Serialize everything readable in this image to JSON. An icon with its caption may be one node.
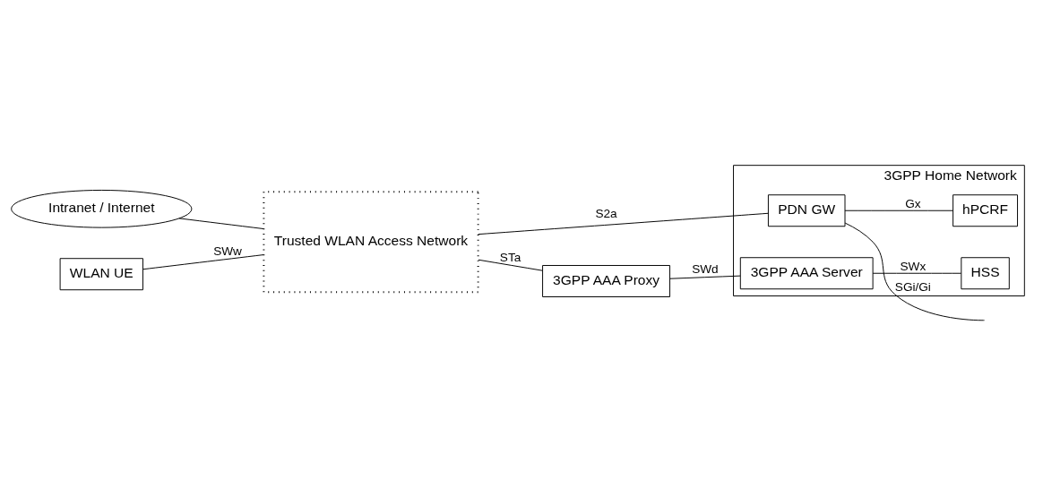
{
  "diagram": {
    "nodes": [
      {
        "text": [
          "Intranet / Internet"
        ]
      },
      {
        "text": [
          "3GPP Home Network"
        ]
      },
      {
        "text": [
          "HSS"
        ],
        "in": 1
      },
      {
        "text": [
          "WLAN UE"
        ]
      },
      {
        "text": [
          "Trusted WLAN Access Network"
        ]
      },
      {
        "text": [
          "3GPP AAA Proxy"
        ]
      },
      {
        "text": [
          "3GPP AAA Server"
        ],
        "in": 1
      },
      {
        "text": [
          "PDN GW"
        ],
        "in": 1
      },
      {
        "text": [
          "hPCRF"
        ],
        "in": 1
      }
    ],
    "edges": [
      {
        "from": 0,
        "to": 4,
        "arrow": "none"
      },
      {
        "from": 3,
        "to": 4,
        "arrow": "none",
        "label": "SWw"
      },
      {
        "from": 4,
        "to": 5,
        "arrow": "none",
        "label": "STa"
      },
      {
        "from": 5,
        "to": 6,
        "arrow": "none",
        "label": "SWd"
      },
      {
        "from": 6,
        "to": 2,
        "arrow": "none",
        "label": "SWx"
      },
      {
        "from": 4,
        "to": 7,
        "arrow": "none",
        "label": "S2a"
      },
      {
        "from": 7,
        "to": null,
        "arrow": "none",
        "label": "SGi/Gi"
      },
      {
        "from": 7,
        "to": 8,
        "arrow": "none",
        "label": "Gx"
      }
    ]
  }
}
